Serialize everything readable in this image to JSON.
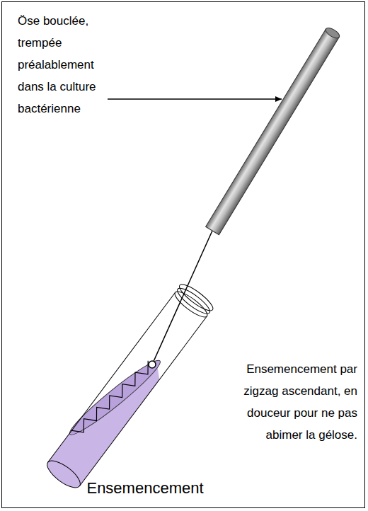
{
  "diagram": {
    "caption": "Ensemencement",
    "labels": [
      "Öse bouclée, trempée préalablement dans la culture bactérienne",
      "Ensemencement par zigzag ascendant, en douceur pour ne pas abimer la gélose."
    ]
  }
}
